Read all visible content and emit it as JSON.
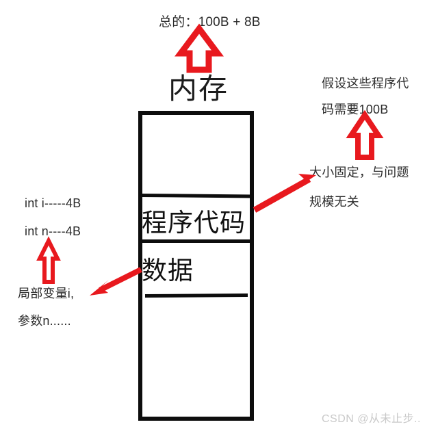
{
  "diagram": {
    "title": "内存",
    "total_label": "总的：100B + 8B",
    "watermark": "CSDN @从未止步..",
    "accent_color": "#e8191e",
    "line_color": "#0d0d0d",
    "background_color": "#ffffff"
  },
  "memory_box": {
    "segments": [
      {
        "label": "",
        "name": "empty-top-segment"
      },
      {
        "label": "程序代码",
        "name": "program-code-segment"
      },
      {
        "label": "数据",
        "name": "data-segment"
      },
      {
        "label": "",
        "name": "empty-bottom-segment"
      }
    ],
    "code_label": "程序代码",
    "data_label": "数据"
  },
  "annotations": {
    "right_code_note": {
      "line1": "假设这些程序代",
      "line2": "码需要100B"
    },
    "right_fixed_note": {
      "line1": "大小固定，与问题",
      "line2": "规模无关"
    },
    "left_vars_note": {
      "line1": "int i-----4B",
      "line2": "int n----4B"
    },
    "left_locals_note": {
      "line1": "局部变量i,",
      "line2": "参数n......"
    }
  },
  "arrows": [
    {
      "name": "total-up-arrow",
      "kind": "hollow-up",
      "color": "#e8191e"
    },
    {
      "name": "code-size-up-arrow",
      "kind": "hollow-up",
      "color": "#e8191e"
    },
    {
      "name": "locals-up-arrow",
      "kind": "hollow-up-thin",
      "color": "#e8191e"
    },
    {
      "name": "code-to-note-arrow",
      "kind": "solid-diagonal",
      "color": "#e8191e"
    },
    {
      "name": "data-to-note-arrow",
      "kind": "solid-diagonal",
      "color": "#e8191e"
    }
  ]
}
